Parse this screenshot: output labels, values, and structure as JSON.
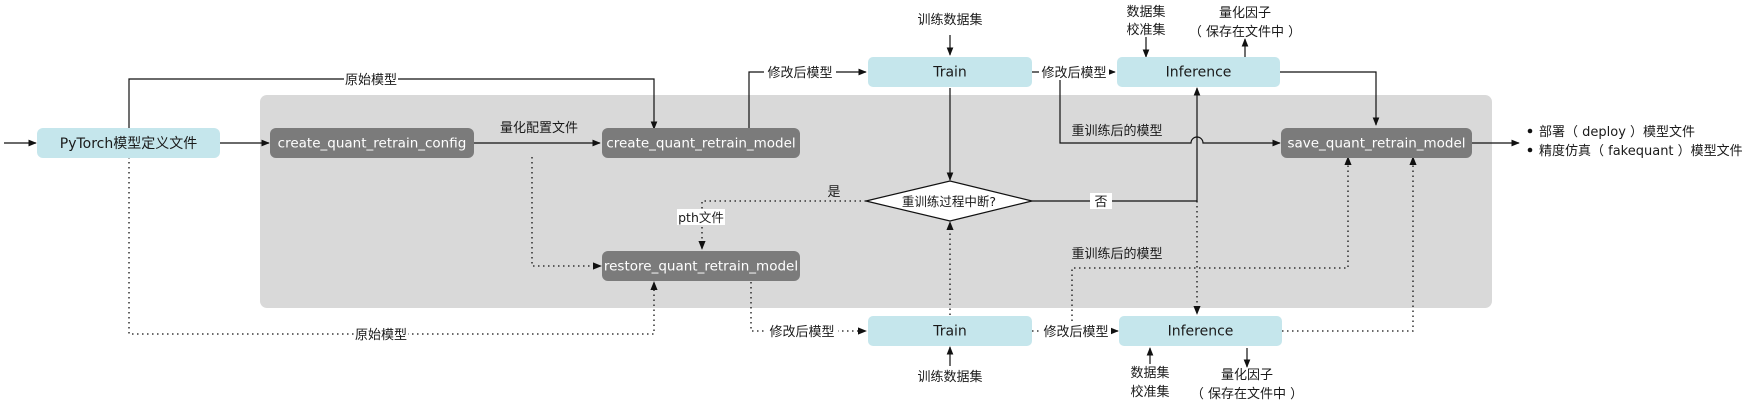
{
  "nodes": {
    "pytorch": "PyTorch模型定义文件",
    "create_config": "create_quant_retrain_config",
    "create_model": "create_quant_retrain_model",
    "restore_model": "restore_quant_retrain_model",
    "train_top": "Train",
    "inference_top": "Inference",
    "save_model": "save_quant_retrain_model",
    "decision": "重训练过程中断?",
    "train_bottom": "Train",
    "inference_bottom": "Inference"
  },
  "labels": {
    "original_model_top": "原始模型",
    "quant_config_file": "量化配置文件",
    "modified_model_top": "修改后模型",
    "modified_model_top2": "修改后模型",
    "train_dataset_top": "训练数据集",
    "dataset_top": "数据集",
    "calib_set_top": "校准集",
    "quant_factor_top": "量化因子",
    "save_in_file_top": "（ 保存在文件中 ）",
    "retrained_model_top": "重训练后的模型",
    "yes": "是",
    "no": "否",
    "pth_file": "pth文件",
    "retrained_model_bottom": "重训练后的模型",
    "original_model_bottom": "原始模型",
    "modified_model_bottom": "修改后模型",
    "modified_model_bottom2": "修改后模型",
    "train_dataset_bottom": "训练数据集",
    "dataset_bottom": "数据集",
    "calib_set_bottom": "校准集",
    "quant_factor_bottom": "量化因子",
    "save_in_file_bottom": "（ 保存在文件中 ）"
  },
  "outputs": [
    "部署（ deploy ）模型文件",
    "精度仿真（ fakequant ）模型文件"
  ],
  "colors": {
    "light_node": "#c5e6ec",
    "dark_node": "#7b7b7b",
    "region": "#d9d9d9"
  }
}
